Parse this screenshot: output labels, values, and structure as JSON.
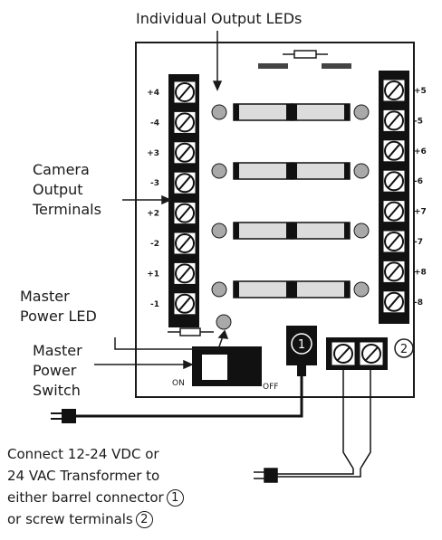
{
  "header": {
    "title": "Individual Output LEDs"
  },
  "callouts": {
    "camera_terminals": [
      "Camera",
      "Output",
      "Terminals"
    ],
    "master_led": [
      "Master",
      "Power LED"
    ],
    "master_switch": [
      "Master",
      "Power",
      "Switch"
    ]
  },
  "instructions": {
    "line1": "Connect 12-24 VDC or",
    "line2": "24 VAC Transformer to",
    "line3": "either barrel connector",
    "line4": "or screw terminals",
    "ref1": "1",
    "ref2": "2"
  },
  "board": {
    "left_labels": [
      "+4",
      "-4",
      "+3",
      "-3",
      "+2",
      "-2",
      "+1",
      "-1"
    ],
    "right_labels": [
      "+5",
      "-5",
      "+6",
      "-6",
      "+7",
      "-7",
      "+8",
      "-8"
    ],
    "switch_on": "ON",
    "switch_off": "OFF",
    "barrel_num": "1",
    "screw_num": "2"
  },
  "colors": {
    "ink": "#1a1a1a",
    "led": "#a9a9a9",
    "fuse": "#dcdcdc"
  }
}
